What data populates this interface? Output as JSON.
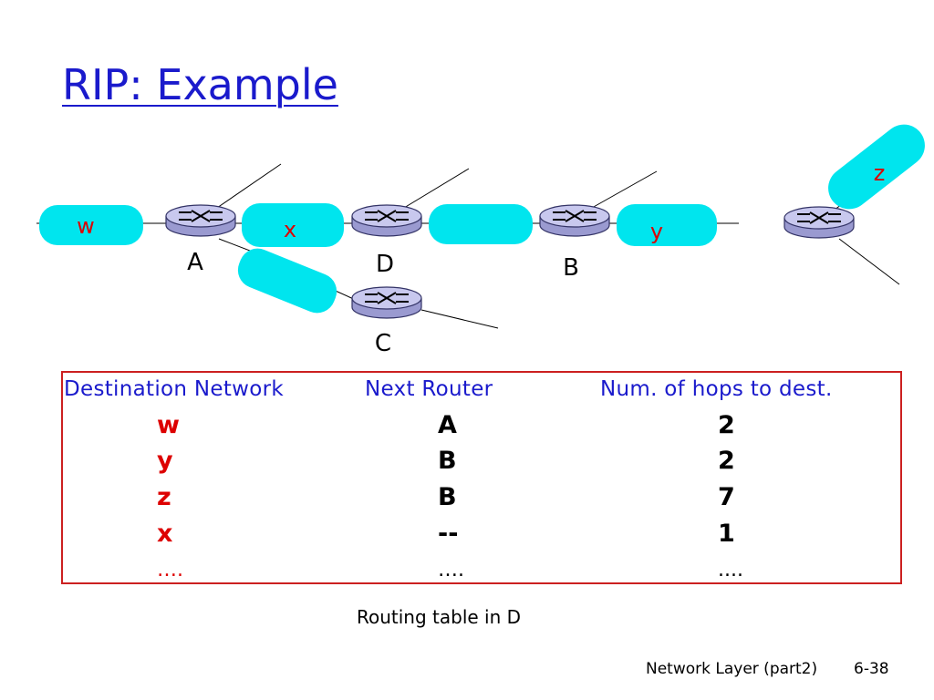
{
  "slide": {
    "title": "RIP: Example",
    "caption": "Routing table in D",
    "footer_left": "Network Layer (part2)",
    "footer_right": "6-38"
  },
  "diagram": {
    "routers": [
      {
        "id": "A",
        "label": "A"
      },
      {
        "id": "D",
        "label": "D"
      },
      {
        "id": "B",
        "label": "B"
      },
      {
        "id": "C",
        "label": "C"
      },
      {
        "id": "E",
        "label": ""
      }
    ],
    "networks": [
      {
        "id": "w",
        "label": "w"
      },
      {
        "id": "x",
        "label": "x"
      },
      {
        "id": "y",
        "label": "y"
      },
      {
        "id": "z",
        "label": "z"
      },
      {
        "id": "AC",
        "label": ""
      },
      {
        "id": "DB",
        "label": ""
      }
    ],
    "colors": {
      "network_fill": "#00e5ee",
      "network_label": "#dd0000",
      "router_fill": "#c8c8ee",
      "router_stroke": "#333366",
      "title": "#1a1acc",
      "table_border": "#cc2020"
    }
  },
  "routing_table": {
    "headers": [
      "Destination Network",
      "Next  Router",
      "Num. of hops to dest."
    ],
    "rows": [
      {
        "dest": "w",
        "next": "A",
        "hops": "2"
      },
      {
        "dest": "y",
        "next": "B",
        "hops": "2"
      },
      {
        "dest": "z",
        "next": "B",
        "hops": "7"
      },
      {
        "dest": "x",
        "next": "--",
        "hops": "1"
      },
      {
        "dest": "….",
        "next": "….",
        "hops": "...."
      }
    ]
  }
}
